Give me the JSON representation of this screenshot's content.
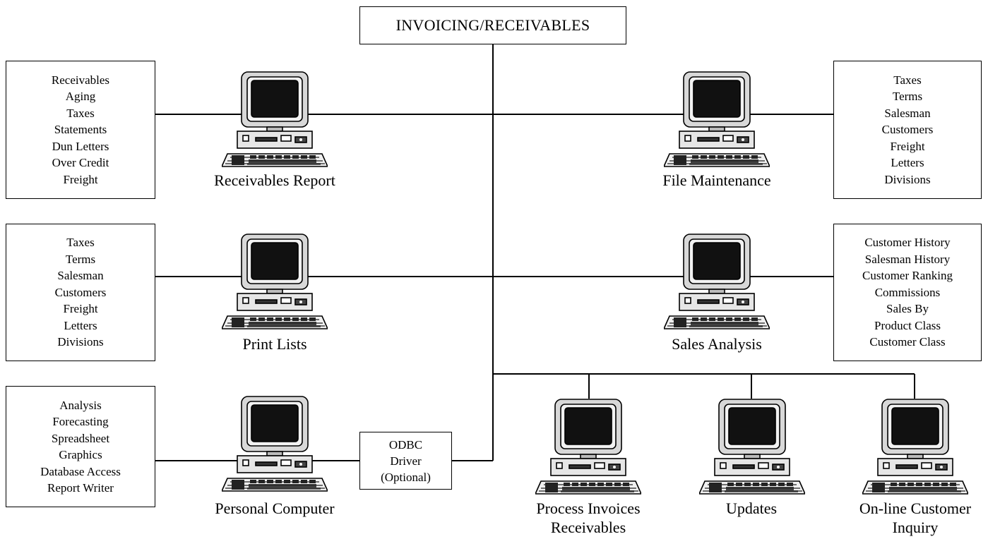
{
  "title": "INVOICING/RECEIVABLES",
  "nodes": {
    "receivables_report": {
      "label": "Receivables Report",
      "items": [
        "Receivables",
        "Aging",
        "Taxes",
        "Statements",
        "Dun Letters",
        "Over Credit",
        "Freight"
      ]
    },
    "file_maintenance": {
      "label": "File Maintenance",
      "items": [
        "Taxes",
        "Terms",
        "Salesman",
        "Customers",
        "Freight",
        "Letters",
        "Divisions"
      ]
    },
    "print_lists": {
      "label": "Print Lists",
      "items": [
        "Taxes",
        "Terms",
        "Salesman",
        "Customers",
        "Freight",
        "Letters",
        "Divisions"
      ]
    },
    "sales_analysis": {
      "label": "Sales Analysis",
      "items": [
        "Customer History",
        "Salesman History",
        "Customer Ranking",
        "Commissions",
        "Sales By",
        "Product Class",
        "Customer Class"
      ]
    },
    "personal_computer": {
      "label": "Personal Computer",
      "items": [
        "Analysis",
        "Forecasting",
        "Spreadsheet",
        "Graphics",
        "Database Access",
        "Report Writer"
      ]
    },
    "odbc": {
      "lines": [
        "ODBC",
        "Driver",
        "(Optional)"
      ]
    },
    "process_invoices": {
      "label_lines": [
        "Process Invoices",
        "Receivables"
      ]
    },
    "updates": {
      "label": "Updates"
    },
    "online_inquiry": {
      "label_lines": [
        "On-line Customer",
        "Inquiry"
      ]
    }
  }
}
